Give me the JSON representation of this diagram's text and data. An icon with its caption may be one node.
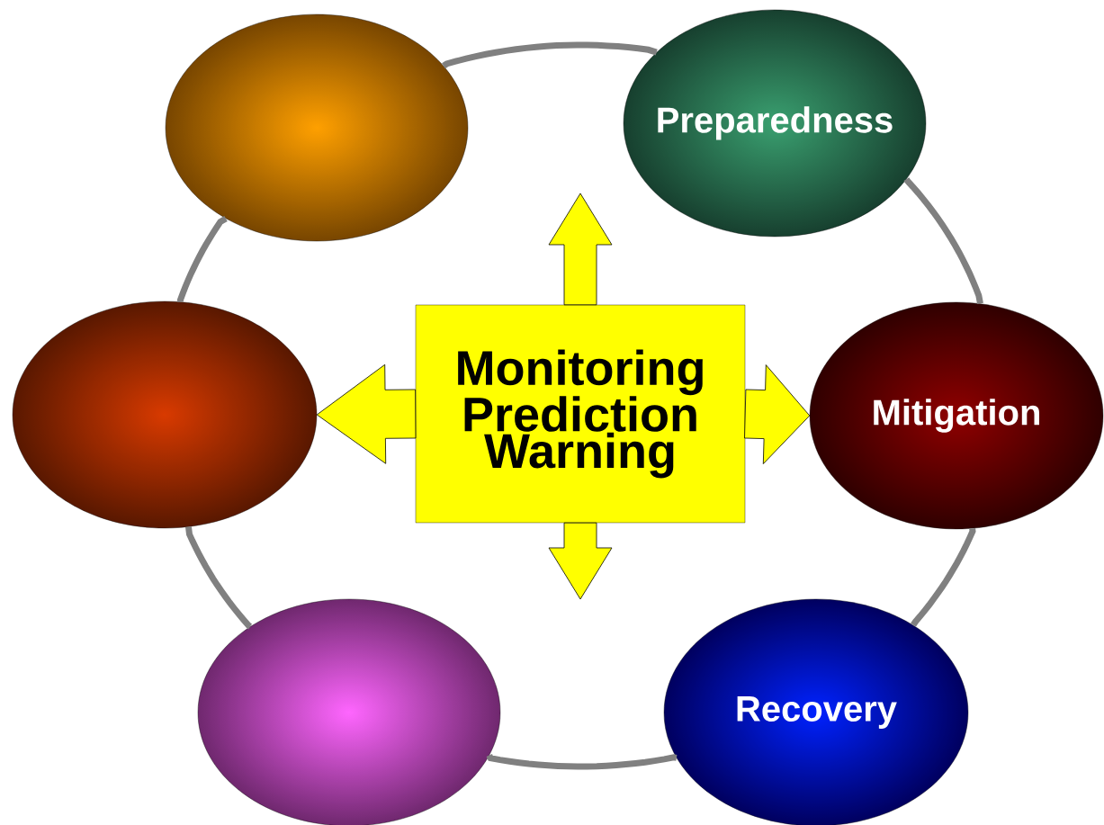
{
  "diagram": {
    "nodes": [
      {
        "text": [],
        "shape": "ellipse"
      },
      {
        "text": [
          "Preparedness"
        ]
      },
      {
        "text": [],
        "shape": "ellipse"
      },
      {
        "text": [
          "Monitoring Prediction Warning"
        ]
      },
      {
        "text": [
          "Mitigation"
        ]
      },
      {
        "text": [],
        "shape": "ellipse"
      },
      {
        "text": [
          "Recovery"
        ]
      }
    ],
    "edges": [
      {
        "from": 0,
        "to": 1,
        "arrow": "none"
      },
      {
        "from": 1,
        "to": 4,
        "arrow": "none"
      },
      {
        "from": 4,
        "to": 6,
        "arrow": "none"
      },
      {
        "from": 6,
        "to": 5,
        "arrow": "none"
      },
      {
        "from": 5,
        "to": 2,
        "arrow": "none"
      },
      {
        "from": 2,
        "to": 0,
        "arrow": "none"
      },
      {
        "from": 3,
        "to": null,
        "arrow": "to",
        "color": "#ffff00"
      },
      {
        "from": 3,
        "to": 2,
        "arrow": "to",
        "color": "#ffff00"
      },
      {
        "from": 3,
        "to": 4,
        "arrow": "to",
        "color": "#ffff00"
      },
      {
        "from": 3,
        "to": null,
        "arrow": "to",
        "color": "#ffff00"
      }
    ]
  }
}
